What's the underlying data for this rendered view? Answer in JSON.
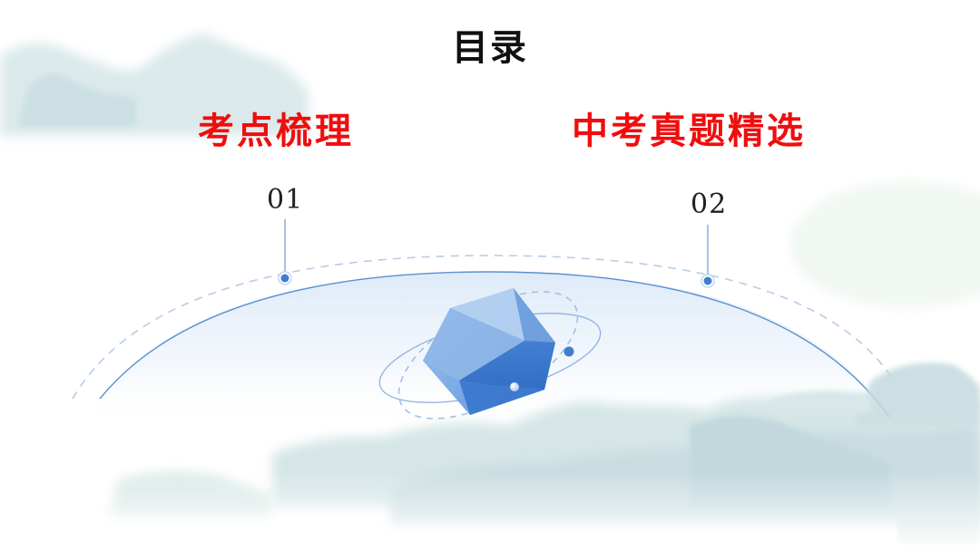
{
  "slide": {
    "title": "目录",
    "sections": [
      {
        "number": "01",
        "label": "考点梳理"
      },
      {
        "number": "02",
        "label": "中考真题精选"
      }
    ]
  },
  "colors": {
    "title": "#111111",
    "section_label": "#f00d0d",
    "accent_blue": "#3f7fcf",
    "arc_line": "#5b8fd0",
    "dashed_line": "#b8cde6",
    "mountain": "#bcd6da"
  },
  "icons": {
    "centerpiece": "icosahedron-crystal-with-orbits",
    "node_marker": "blue-dot-with-ring"
  }
}
